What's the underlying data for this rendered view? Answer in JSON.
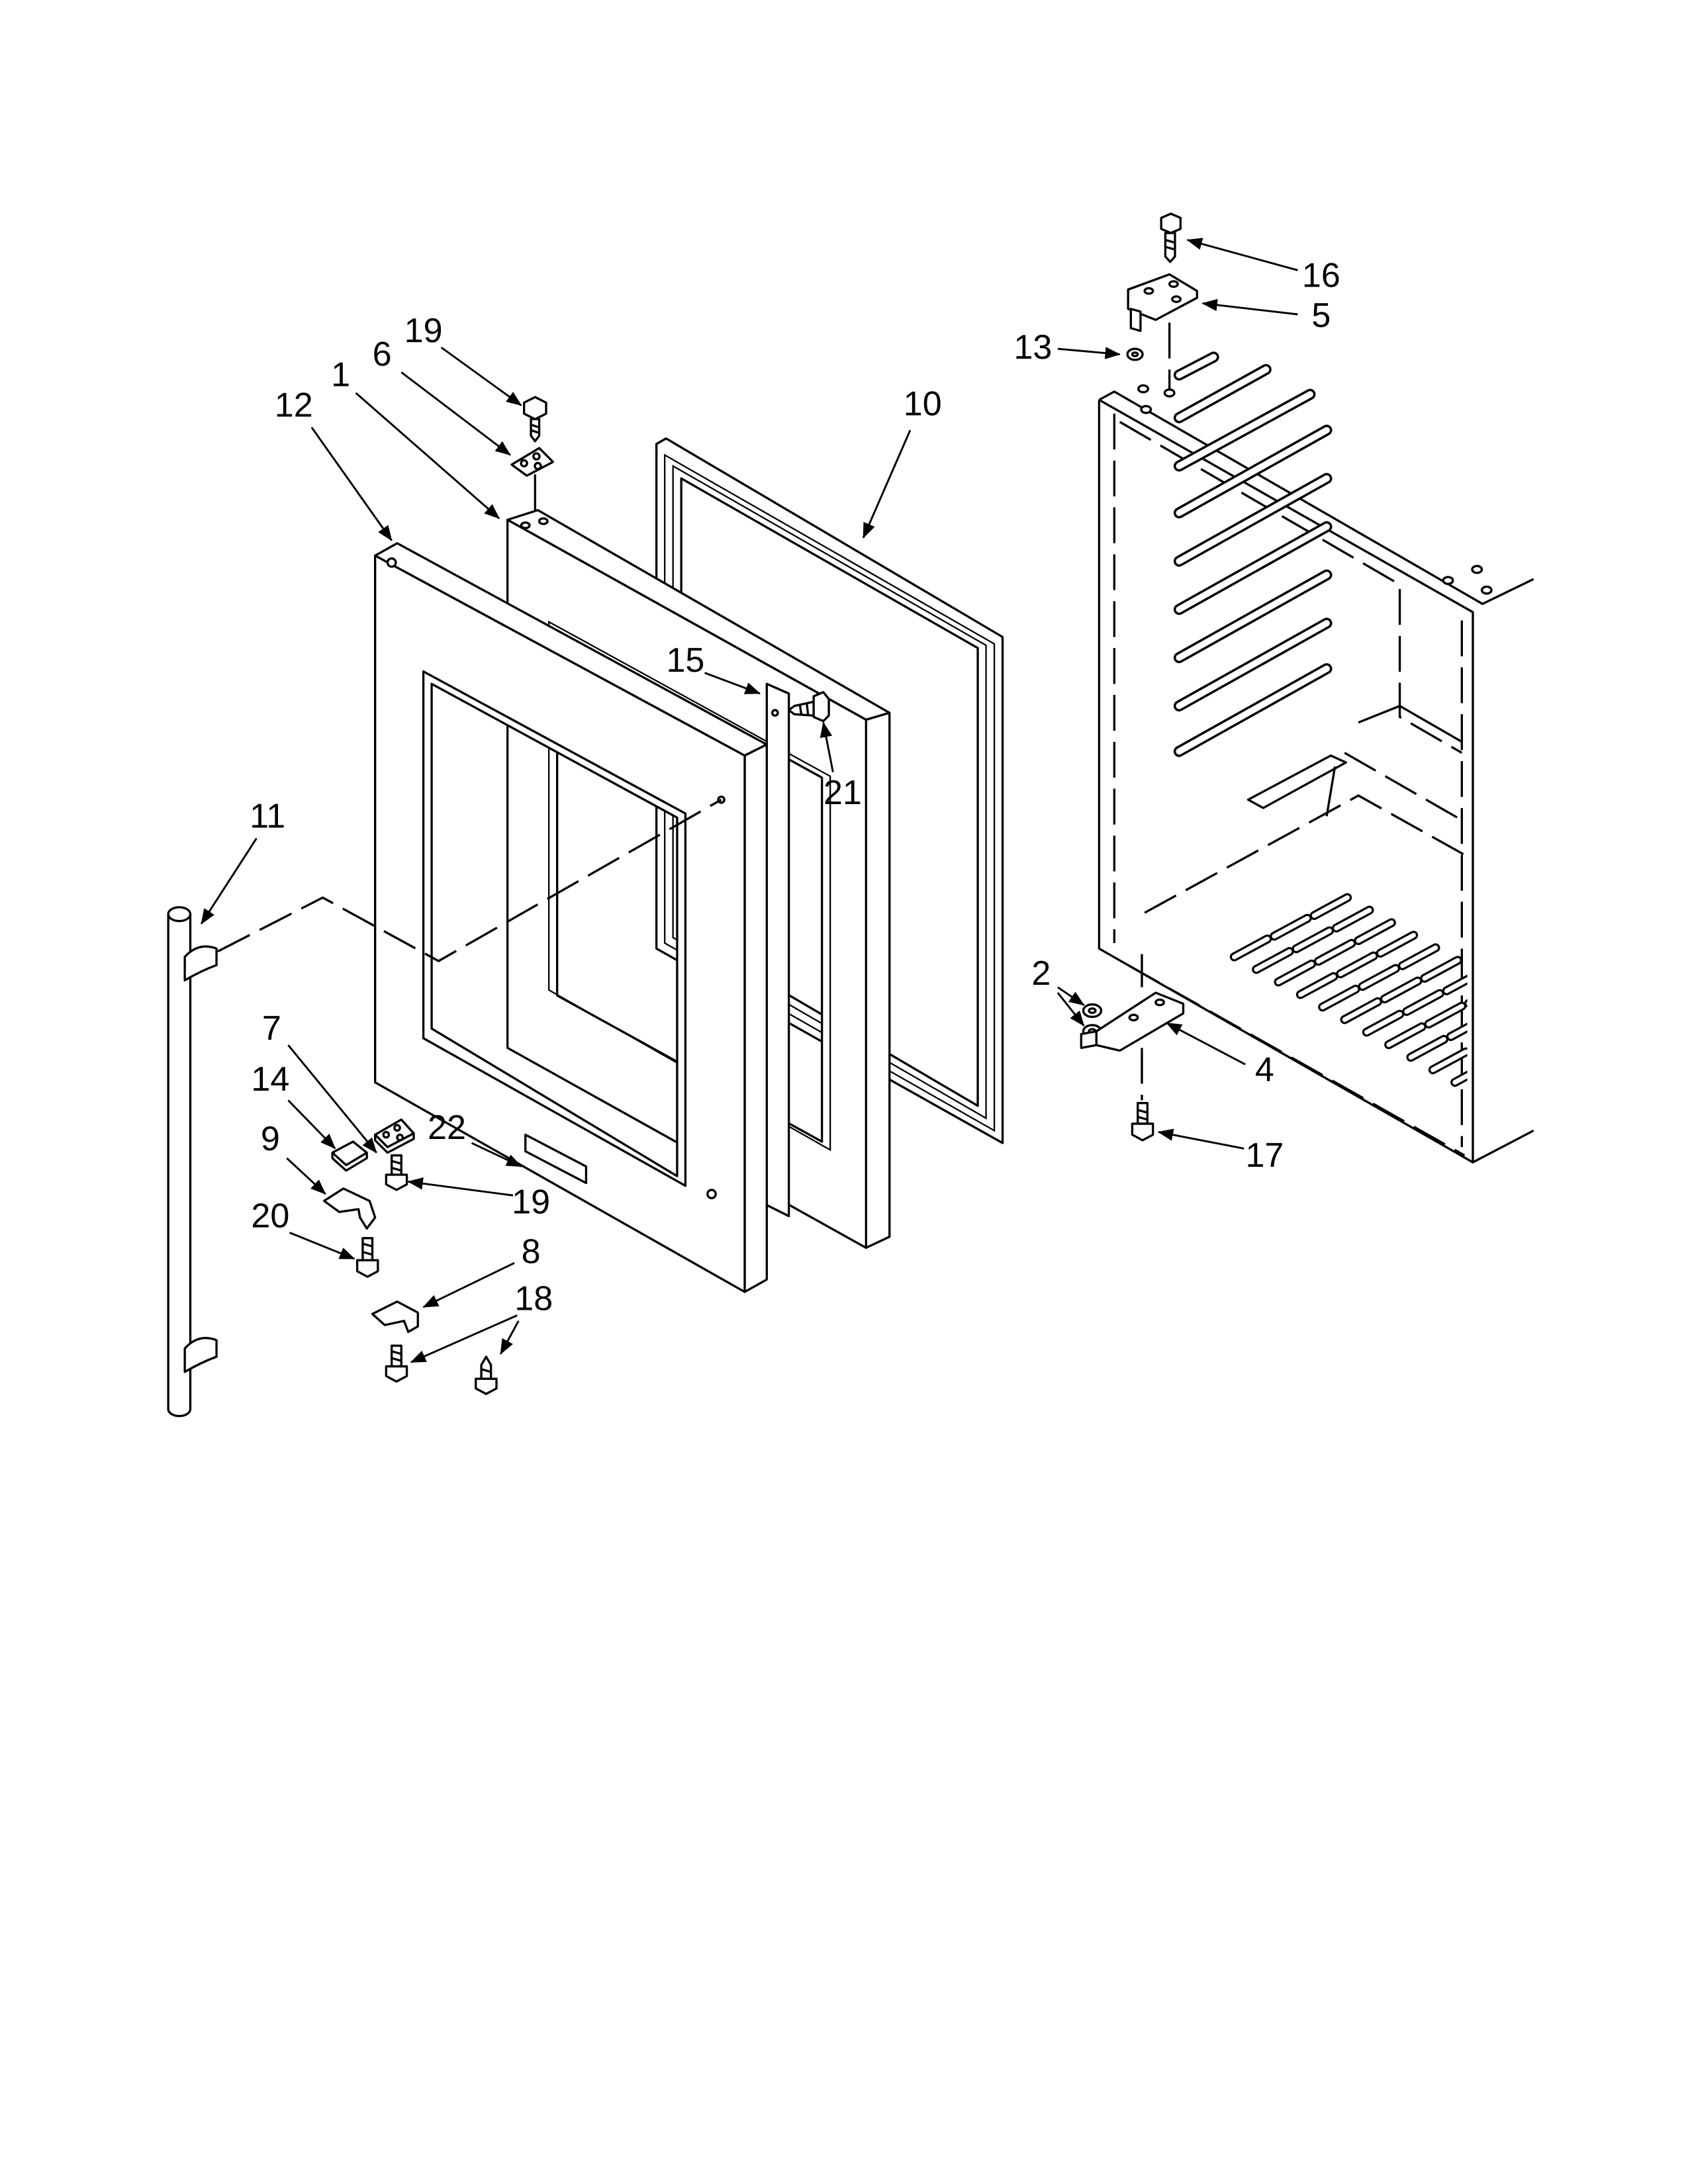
{
  "callouts": {
    "c1": "1",
    "c2": "2",
    "c4": "4",
    "c5": "5",
    "c6": "6",
    "c7": "7",
    "c8": "8",
    "c9": "9",
    "c10": "10",
    "c11": "11",
    "c12": "12",
    "c13": "13",
    "c14": "14",
    "c15": "15",
    "c16": "16",
    "c17": "17",
    "c18": "18",
    "c19_top": "19",
    "c19_bottom": "19",
    "c20": "20",
    "c21": "21",
    "c22": "22"
  }
}
